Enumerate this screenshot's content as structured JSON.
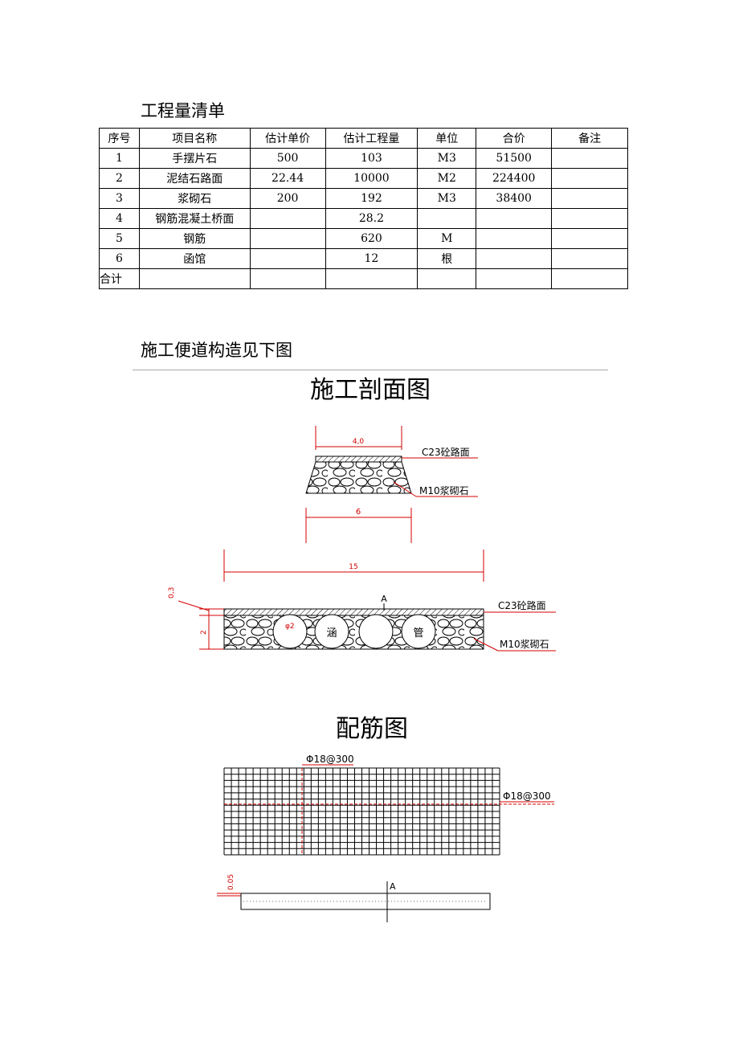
{
  "doc": {
    "table_title": "工程量清单",
    "section_title": "施工便道构造见下图",
    "section_drawing_title": "施工剖面图",
    "rebar_drawing_title": "配筋图"
  },
  "table": {
    "headers": [
      "序号",
      "项目名称",
      "估计单价",
      "估计工程量",
      "单位",
      "合价",
      "备注"
    ],
    "rows": [
      [
        "1",
        "手摆片石",
        "500",
        "103",
        "M3",
        "51500",
        ""
      ],
      [
        "2",
        "泥结石路面",
        "22.44",
        "10000",
        "M2",
        "224400",
        ""
      ],
      [
        "3",
        "浆砌石",
        "200",
        "192",
        "M3",
        "38400",
        ""
      ],
      [
        "4",
        "钢筋混凝土桥面",
        "",
        "28.2",
        "",
        "",
        ""
      ],
      [
        "5",
        "钢筋",
        "",
        "620",
        "M",
        "",
        ""
      ],
      [
        "6",
        "函馆",
        "",
        "12",
        "根",
        "",
        ""
      ],
      [
        "合计",
        "",
        "",
        "",
        "",
        "",
        ""
      ]
    ]
  },
  "drawing1": {
    "dim_top": "4,0",
    "label_pavement_top": "C23砼路面",
    "label_masonry_top": "M10浆砌石",
    "dim_bottom_width": "6",
    "dim_overall": "15",
    "dim_pavement_thk": "0,3",
    "dim_height": "2",
    "marker_a": "A",
    "label_pavement": "C23砼路面",
    "label_masonry": "M10浆砌石",
    "pipe_dia": "φ2",
    "pipe_label_1": "涵",
    "pipe_label_2": "管"
  },
  "drawing2": {
    "rebar_label_1": "Φ18@300",
    "rebar_label_2": "Φ18@300",
    "dim_thk": "0.05",
    "marker_a": "A"
  },
  "colors": {
    "dim_red": "#d40000",
    "line": "#000000"
  }
}
